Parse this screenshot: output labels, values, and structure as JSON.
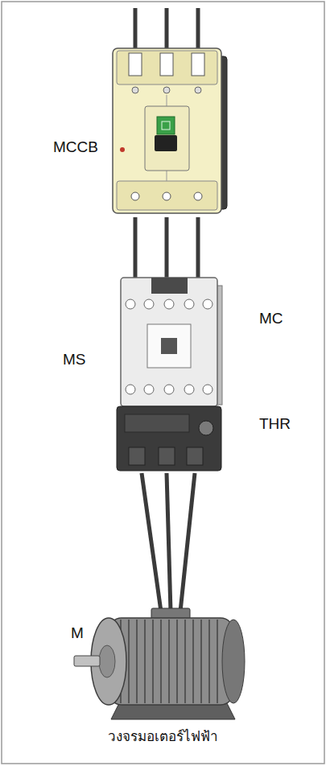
{
  "diagram": {
    "caption": "วงจรมอเตอร์ไฟฟ้า",
    "labels": [
      "MCCB",
      "MC",
      "MS",
      "THR",
      "M"
    ]
  }
}
